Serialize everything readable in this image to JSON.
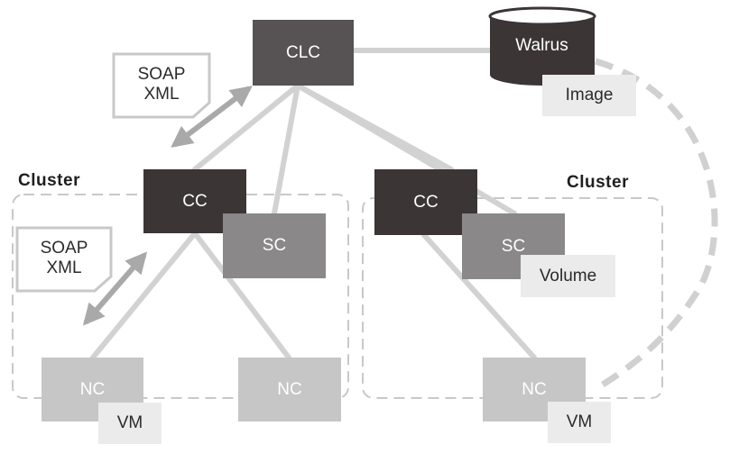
{
  "nodes": {
    "clc": "CLC",
    "walrus": "Walrus",
    "image": "Image",
    "cc_left": "CC",
    "sc_left": "SC",
    "cc_right": "CC",
    "sc_right": "SC",
    "volume": "Volume",
    "nc_left": "NC",
    "nc_middle": "NC",
    "nc_right": "NC",
    "vm_left": "VM",
    "vm_right": "VM"
  },
  "clusters": {
    "left_label": "Cluster",
    "right_label": "Cluster"
  },
  "protocol_notes": {
    "top": [
      "SOAP",
      "XML"
    ],
    "left": [
      "SOAP",
      "XML"
    ]
  },
  "colors": {
    "dark_node": "#3b3536",
    "clc_node": "#575253",
    "sc_node": "#8a8889",
    "nc_node": "#c6c6c6",
    "tag_bg": "#ebebeb",
    "connector": "#d2d2d2",
    "cluster_border": "#c8c8c8"
  }
}
